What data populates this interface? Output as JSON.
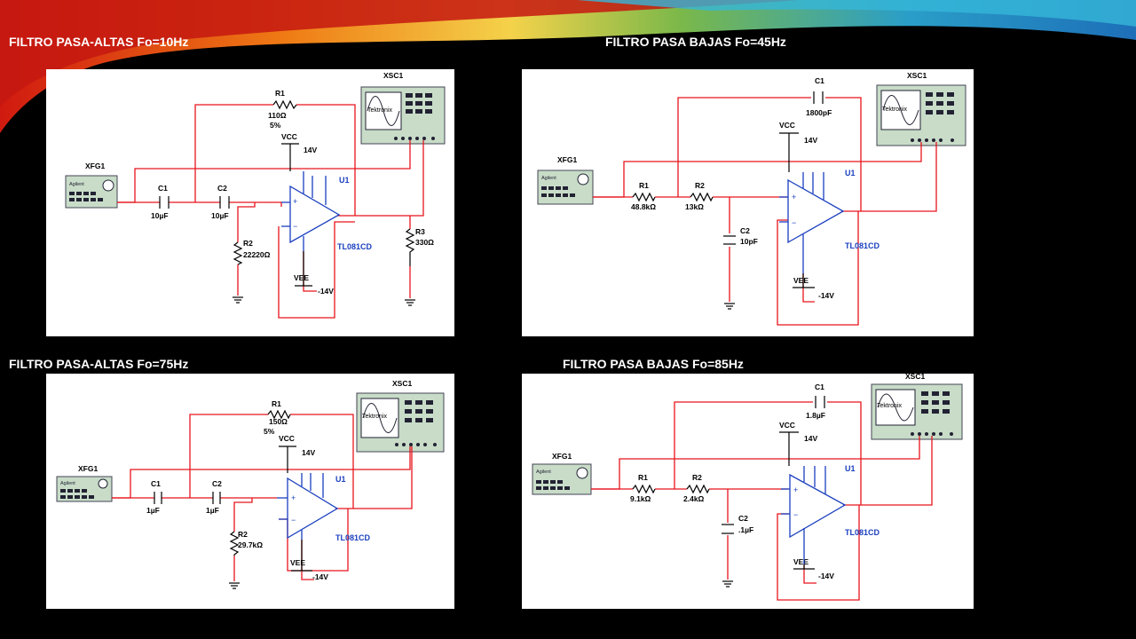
{
  "titles": {
    "hp1": "FILTRO PASA-ALTAS Fo=10Hz",
    "lp1": "FILTRO PASA BAJAS Fo=45Hz",
    "hp2": "FILTRO PASA-ALTAS Fo=75Hz",
    "lp2": "FILTRO PASA BAJAS Fo=85Hz"
  },
  "colors": {
    "wire": "#e8141c",
    "opamp": "#1a3fbf",
    "instrument": "#c8dcc8"
  },
  "hp1": {
    "fg_name": "XFG1",
    "fg_brand": "Agilent",
    "scope_name": "XSC1",
    "scope_brand": "Tektronix",
    "c1_name": "C1",
    "c1_val": "10µF",
    "c2_name": "C2",
    "c2_val": "10µF",
    "r1_name": "R1",
    "r1_val": "110Ω",
    "r1_tol": "5%",
    "r2_name": "R2",
    "r2_val": "22220Ω",
    "r3_name": "R3",
    "r3_val": "330Ω",
    "vcc": "VCC",
    "vcc_val": "14V",
    "vee": "VEE",
    "vee_val": "-14V",
    "u_name": "U1",
    "u_part": "TL081CD"
  },
  "lp1": {
    "fg_name": "XFG1",
    "fg_brand": "Agilent",
    "scope_name": "XSC1",
    "scope_brand": "Tektronix",
    "r1_name": "R1",
    "r1_val": "48.8kΩ",
    "r2_name": "R2",
    "r2_val": "13kΩ",
    "c1_name": "C1",
    "c1_val": "1800pF",
    "c2_name": "C2",
    "c2_val": "10pF",
    "vcc": "VCC",
    "vcc_val": "14V",
    "vee": "VEE",
    "vee_val": "-14V",
    "u_name": "U1",
    "u_part": "TL081CD"
  },
  "hp2": {
    "fg_name": "XFG1",
    "fg_brand": "Agilent",
    "scope_name": "XSC1",
    "scope_brand": "Tektronix",
    "c1_name": "C1",
    "c1_val": "1µF",
    "c2_name": "C2",
    "c2_val": "1µF",
    "r1_name": "R1",
    "r1_val": "150Ω",
    "r1_tol": "5%",
    "r2_name": "R2",
    "r2_val": "29.7kΩ",
    "vcc": "VCC",
    "vcc_val": "14V",
    "vee": "VEE",
    "vee_val": "-14V",
    "u_name": "U1",
    "u_part": "TL081CD"
  },
  "lp2": {
    "fg_name": "XFG1",
    "fg_brand": "Agilent",
    "scope_name": "XSC1",
    "scope_brand": "Tektronix",
    "r1_name": "R1",
    "r1_val": "9.1kΩ",
    "r2_name": "R2",
    "r2_val": "2.4kΩ",
    "c1_name": "C1",
    "c1_val": "1.8µF",
    "c2_name": "C2",
    "c2_val": ".1µF",
    "vcc": "VCC",
    "vcc_val": "14V",
    "vee": "VEE",
    "vee_val": "-14V",
    "u_name": "U1",
    "u_part": "TL081CD"
  }
}
